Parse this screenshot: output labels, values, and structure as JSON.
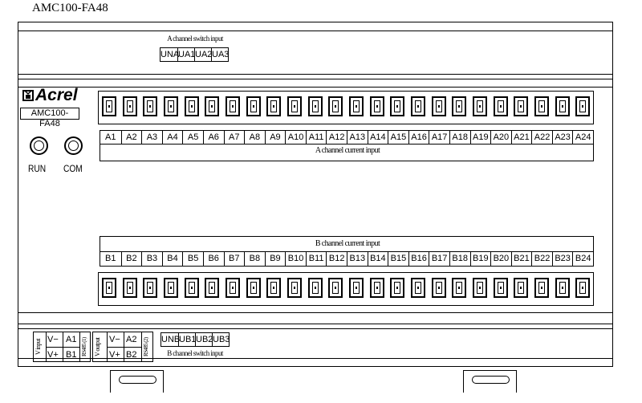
{
  "model_title": "AMC100-FA48",
  "device": {
    "brand": "Acrel",
    "model_label": "AMC100-FA48",
    "indicators": [
      {
        "label": "RUN"
      },
      {
        "label": "COM"
      }
    ]
  },
  "a_switch": {
    "caption": "A channel switch input",
    "terminals": [
      "UNA",
      "UA1",
      "UA2",
      "UA3"
    ]
  },
  "a_current": {
    "caption": "A channel current input",
    "terminals": [
      "A1",
      "A2",
      "A3",
      "A4",
      "A5",
      "A6",
      "A7",
      "A8",
      "A9",
      "A10",
      "A11",
      "A12",
      "A13",
      "A14",
      "A15",
      "A16",
      "A17",
      "A18",
      "A19",
      "A20",
      "A21",
      "A22",
      "A23",
      "A24"
    ]
  },
  "b_current": {
    "caption": "B channel current input",
    "terminals": [
      "B1",
      "B2",
      "B3",
      "B4",
      "B5",
      "B6",
      "B7",
      "B8",
      "B9",
      "B10",
      "B11",
      "B12",
      "B13",
      "B14",
      "B15",
      "B16",
      "B17",
      "B18",
      "B19",
      "B20",
      "B21",
      "B22",
      "B23",
      "B24"
    ]
  },
  "bottom": {
    "power_label": "V input",
    "power_terminals": [
      "V−",
      "V+"
    ],
    "rs485_1_terminals": [
      "A1",
      "B1"
    ],
    "rs485_1_label": "RS485 (1)",
    "vout_label": "V output",
    "vout_terminals": [
      "V−",
      "V+"
    ],
    "rs485_2_terminals": [
      "A2",
      "B2"
    ],
    "rs485_2_label": "RS485 (2)",
    "b_switch_terminals": [
      "UNB",
      "UB1",
      "UB2",
      "UB3"
    ],
    "b_switch_caption": "B channel switch input"
  }
}
